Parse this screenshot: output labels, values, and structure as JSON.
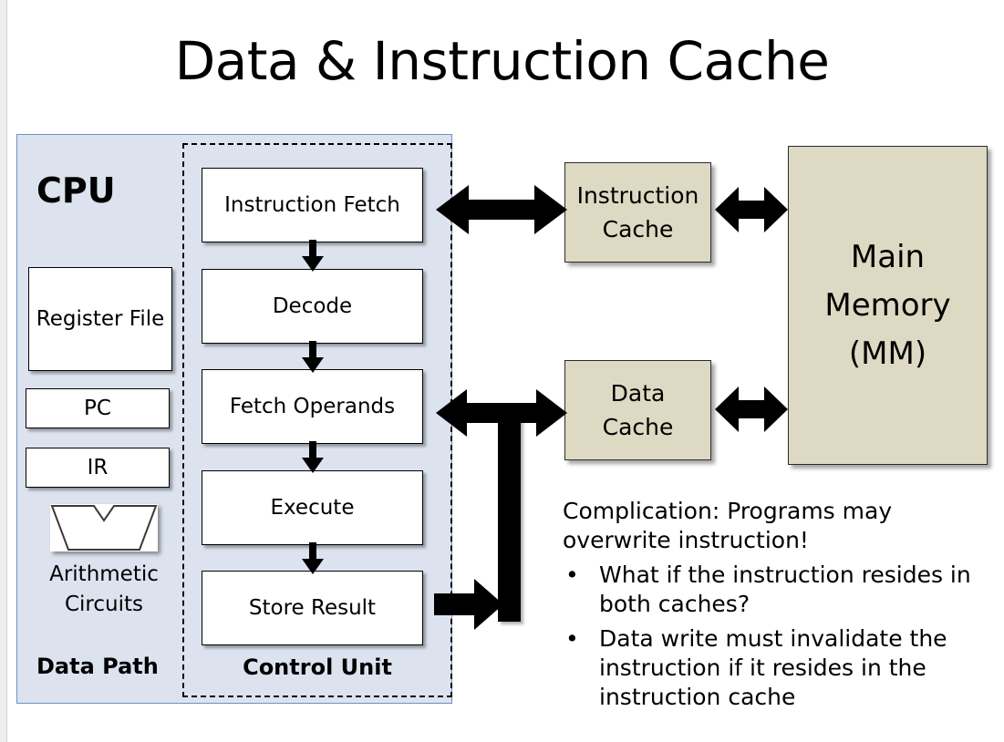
{
  "slide": {
    "title": "Data & Instruction Cache"
  },
  "cpu": {
    "label": "CPU",
    "data_path_label": "Data Path",
    "control_unit_label": "Control Unit",
    "panel_fill": "#dce3ef",
    "panel_border": "#6f91c4",
    "datapath_items": [
      {
        "label": "Register File"
      },
      {
        "label": "PC"
      },
      {
        "label": "IR"
      }
    ],
    "alu": {
      "icon": "alu-trapezoid-shape",
      "label_line1": "Arithmetic",
      "label_line2": "Circuits"
    },
    "pipeline_stages": [
      {
        "label": "Instruction Fetch"
      },
      {
        "label": "Decode"
      },
      {
        "label": "Fetch Operands"
      },
      {
        "label": "Execute"
      },
      {
        "label": "Store Result"
      }
    ]
  },
  "memory": {
    "fill": "#ddd9c3",
    "border": "#2b2b2b",
    "instruction_cache": {
      "line1": "Instruction",
      "line2": "Cache"
    },
    "data_cache": {
      "line1": "Data",
      "line2": "Cache"
    },
    "main_memory": {
      "line1": "Main",
      "line2": "Memory",
      "line3": "(MM)"
    }
  },
  "connectors": [
    {
      "name": "ifetch-to-icache",
      "kind": "double-arrow-horizontal"
    },
    {
      "name": "icache-to-mm",
      "kind": "double-arrow-horizontal"
    },
    {
      "name": "fetch-operands-to-dcache",
      "kind": "double-arrow-horizontal"
    },
    {
      "name": "dcache-to-mm",
      "kind": "double-arrow-horizontal"
    },
    {
      "name": "store-result-to-databus",
      "kind": "single-arrow-right"
    },
    {
      "name": "data-bus-stem",
      "kind": "vertical-bar"
    },
    {
      "name": "stage-flow",
      "kind": "arrow-down"
    }
  ],
  "notes": {
    "heading": "Complication: Programs may overwrite instruction!",
    "bullet_char": "•",
    "bullets": [
      "What if the instruction resides in both caches?",
      "Data write must invalidate the instruction if it resides in the instruction cache"
    ]
  }
}
